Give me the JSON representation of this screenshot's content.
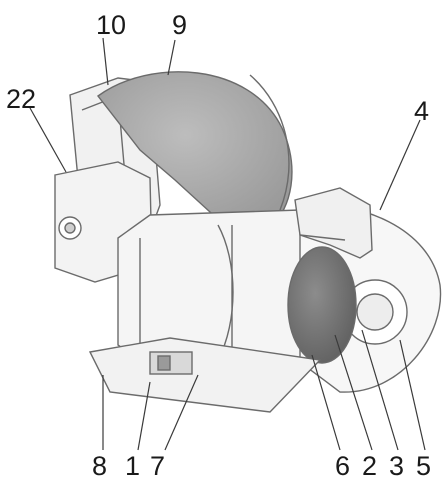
{
  "callouts": [
    {
      "id": "c10",
      "text": "10"
    },
    {
      "id": "c9",
      "text": "9"
    },
    {
      "id": "c22",
      "text": "22"
    },
    {
      "id": "c4",
      "text": "4"
    },
    {
      "id": "c8",
      "text": "8"
    },
    {
      "id": "c1",
      "text": "1"
    },
    {
      "id": "c7",
      "text": "7"
    },
    {
      "id": "c6",
      "text": "6"
    },
    {
      "id": "c2",
      "text": "2"
    },
    {
      "id": "c3",
      "text": "3"
    },
    {
      "id": "c5",
      "text": "5"
    }
  ],
  "colors": {
    "line": "#3a3a3a",
    "wheel_shade": "#a8a8a8",
    "stone_shade": "#7a7a7a",
    "body": "#f4f4f4"
  }
}
